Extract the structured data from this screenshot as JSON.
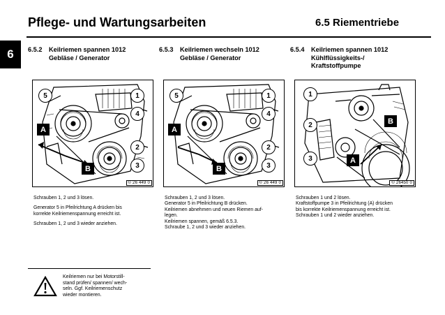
{
  "header": {
    "title": "Pflege- und Wartungsarbeiten",
    "section": "6.5  Riementriebe",
    "chapter_tab": "6"
  },
  "sections": [
    {
      "number": "6.5.2",
      "title": "Keilriemen spannen 1012\nGebläse / Generator",
      "figure_id": "© 26 449 0",
      "labels": {
        "five": "5",
        "one": "1",
        "four": "4",
        "two": "2",
        "three": "3",
        "a": "A",
        "b": "B"
      },
      "instructions": [
        "Schrauben 1, 2  und  3 lösen.",
        "Generator 5 in Pfeilrichtung A drücken bis\nkorrekte Keilriemenspannung erreicht ist.",
        "Schrauben 1, 2 und 3 wieder anziehen."
      ]
    },
    {
      "number": "6.5.3",
      "title": "Keilriemen wechseln 1012\nGebläse / Generator",
      "figure_id": "© 26 449 0",
      "labels": {
        "five": "5",
        "one": "1",
        "four": "4",
        "two": "2",
        "three": "3",
        "a": "A",
        "b": "B"
      },
      "instructions": [
        "Schrauben 1, 2 und 3 lösen.\nGenerator 5 in Pfeilrichtung B drücken.\nKeilriemen abnehmen und neuen Riemen auf-\nlegen.\nKeilriemen spannen, gemäß 6.5.3.\nSchraube 1, 2 und 3 wieder anziehen."
      ]
    },
    {
      "number": "6.5.4",
      "title": "Keilriemen spannen 1012\nKühlflüssigkeits-/\nKraftstoffpumpe",
      "figure_id": "© 26450 0",
      "labels": {
        "one": "1",
        "two": "2",
        "three": "3",
        "a": "A",
        "b": "B"
      },
      "instructions": [
        "Schrauben 1 und 2 lösen.\nKraftstoffpumpe 3 in Pfeilrichtung (A) drücken\nbis korrekte Keilriemenspannung erreicht ist.\nSchrauben 1 und 2 wieder anziehen."
      ]
    }
  ],
  "warning": {
    "icon": "warning-triangle-icon",
    "text": "Keilriemen nur bei Motorstill-\nstand prüfen/ spannen/ wech-\nseln. Ggf. Keilriemenschutz\nwieder montieren."
  }
}
